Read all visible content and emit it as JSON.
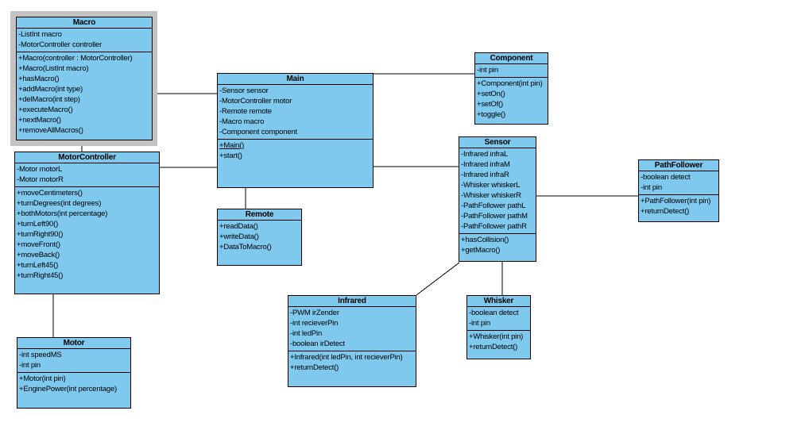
{
  "diagram": {
    "type": "uml-class-diagram",
    "colors": {
      "class_fill": "#7fc9ee",
      "class_border": "#000000",
      "selection_frame": "#c3c3c3",
      "background": "#ffffff",
      "connector": "#000000"
    },
    "classes": [
      {
        "id": "macro",
        "name": "Macro",
        "selected": true,
        "attributes": [
          "-ListInt macro",
          "-MotorController controller"
        ],
        "methods": [
          "+Macro(controller : MotorController)",
          "+Macro(ListInt macro)",
          "+hasMacro()",
          "+addMacro(int type)",
          "+delMacro(int step)",
          "+executeMacro()",
          "+nextMacro()",
          "+removeAllMacros()"
        ]
      },
      {
        "id": "motorcontroller",
        "name": "MotorController",
        "selected": false,
        "attributes": [
          "-Motor motorL",
          "-Motor motorR"
        ],
        "methods": [
          "+moveCentimeters()",
          "+turnDegrees(int degrees)",
          "+bothMotors(int percentage)",
          "+turnLeft90()",
          "+turnRight90()",
          "+moveFront()",
          "+moveBack()",
          "+turnLeft45()",
          "+turnRight45()"
        ]
      },
      {
        "id": "motor",
        "name": "Motor",
        "selected": false,
        "attributes": [
          "-int speedMS",
          "-int pin"
        ],
        "methods": [
          "+Motor(int pin)",
          "+EnginePower(int percentage)"
        ]
      },
      {
        "id": "main",
        "name": "Main",
        "selected": false,
        "attributes": [
          "-Sensor sensor",
          "-MotorController motor",
          "-Remote remote",
          "-Macro macro",
          "-Component component"
        ],
        "methods": [
          {
            "text": "+Main()",
            "underline": true
          },
          "+start()"
        ]
      },
      {
        "id": "remote",
        "name": "Remote",
        "selected": false,
        "attributes": [],
        "methods": [
          "+readData()",
          "+writeData()",
          "+DataToMacro()"
        ]
      },
      {
        "id": "component",
        "name": "Component",
        "selected": false,
        "attributes": [
          "-int pin"
        ],
        "methods": [
          "+Component(int pin)",
          "+setOn()",
          "+setOf()",
          "+toggle()"
        ]
      },
      {
        "id": "sensor",
        "name": "Sensor",
        "selected": false,
        "attributes": [
          "-Infrared infraL",
          "-Infrared infraM",
          "-Infrared infraR",
          "-Whisker whiskerL",
          "-Whisker whiskerR",
          "-PathFollower pathL",
          "-PathFollower pathM",
          "-PathFollower pathR"
        ],
        "methods": [
          "+hasCollision()",
          "+getMacro()"
        ]
      },
      {
        "id": "pathfollower",
        "name": "PathFollower",
        "selected": false,
        "attributes": [
          "-boolean detect",
          "-int pin"
        ],
        "methods": [
          "+PathFollower(int pin)",
          "+returnDetect()"
        ]
      },
      {
        "id": "infrared",
        "name": "Infrared",
        "selected": false,
        "attributes": [
          "-PWM irZender",
          "-int recieverPin",
          "-int ledPin",
          "-boolean irDetect"
        ],
        "methods": [
          "+Infrared(int ledPin, int recieverPin)",
          "+returnDetect()"
        ]
      },
      {
        "id": "whisker",
        "name": "Whisker",
        "selected": false,
        "attributes": [
          "-boolean detect",
          "-int pin"
        ],
        "methods": [
          "+Whisker(int pin)",
          "+returnDetect()"
        ]
      }
    ],
    "connections": [
      {
        "from": "Macro",
        "to": "Main"
      },
      {
        "from": "Macro",
        "to": "MotorController"
      },
      {
        "from": "MotorController",
        "to": "Main"
      },
      {
        "from": "MotorController",
        "to": "Motor"
      },
      {
        "from": "Main",
        "to": "Remote"
      },
      {
        "from": "Main",
        "to": "Component"
      },
      {
        "from": "Main",
        "to": "Sensor"
      },
      {
        "from": "Sensor",
        "to": "PathFollower"
      },
      {
        "from": "Sensor",
        "to": "Infrared"
      },
      {
        "from": "Sensor",
        "to": "Whisker"
      }
    ]
  }
}
